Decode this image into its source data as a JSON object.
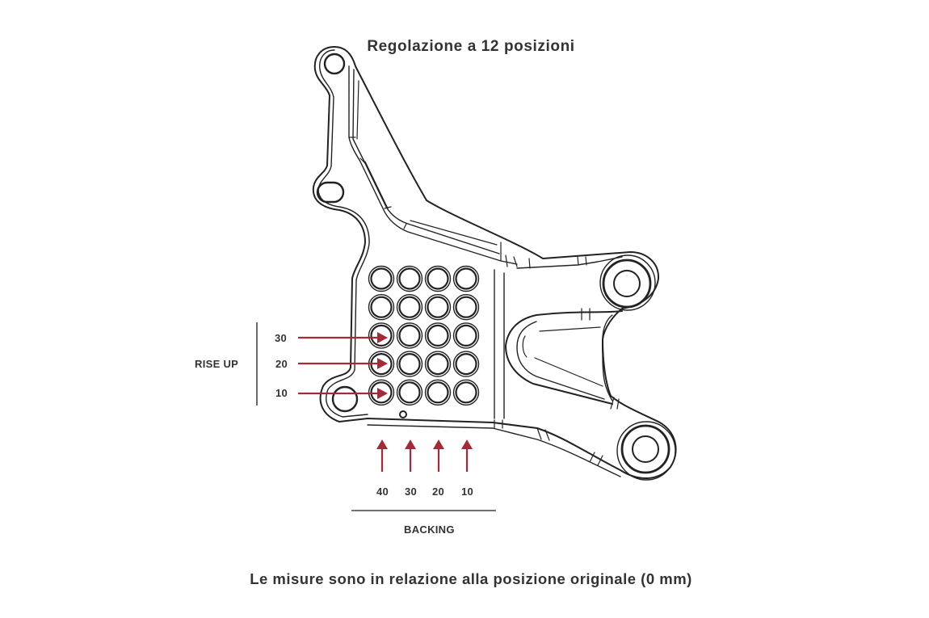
{
  "title": "Regolazione a 12 posizioni",
  "footnote": "Le misure sono in relazione alla posizione originale (0 mm)",
  "rise_up": {
    "label": "RISE UP",
    "values": [
      "30",
      "20",
      "10"
    ]
  },
  "backing": {
    "label": "BACKING",
    "values": [
      "40",
      "30",
      "20",
      "10"
    ]
  },
  "grid": {
    "rows": 5,
    "cols": 4
  },
  "colors": {
    "arrow": "#a52a35",
    "line": "#222222",
    "text": "#333333",
    "background": "#ffffff"
  }
}
